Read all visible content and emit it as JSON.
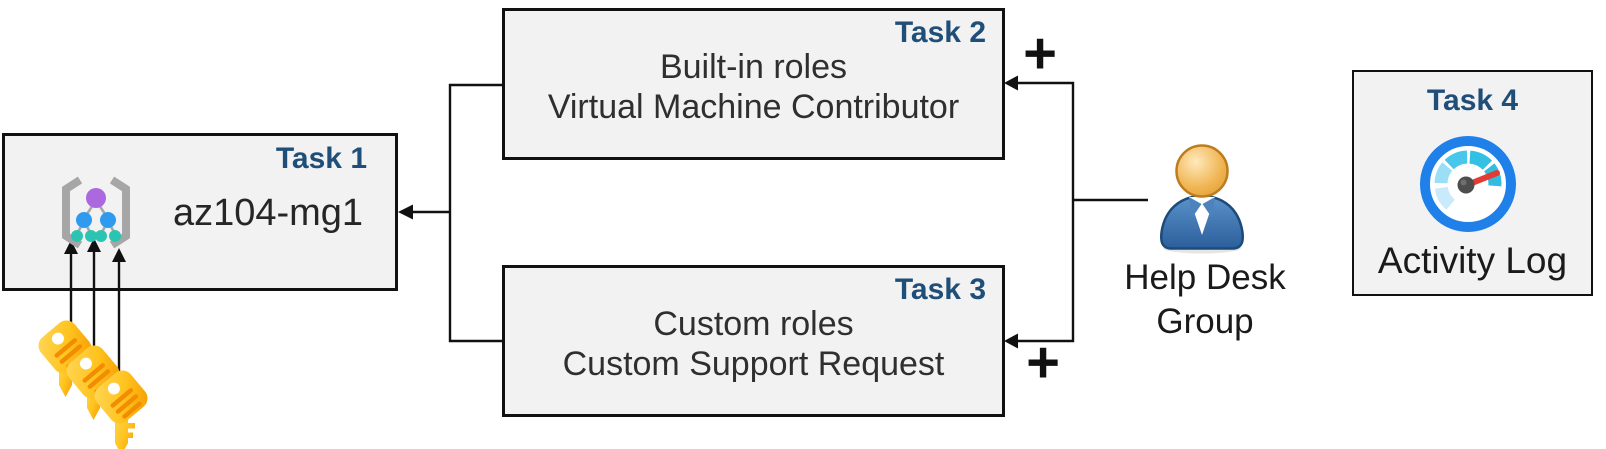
{
  "tasks": {
    "task1": {
      "label": "Task 1",
      "title": "az104-mg1"
    },
    "task2": {
      "label": "Task 2",
      "line1": "Built-in roles",
      "line2": "Virtual Machine Contributor"
    },
    "task3": {
      "label": "Task 3",
      "line1": "Custom roles",
      "line2": "Custom Support Request"
    },
    "task4": {
      "label": "Task 4",
      "caption": "Activity Log"
    }
  },
  "actor": {
    "line1": "Help Desk",
    "line2": "Group"
  },
  "annotations": {
    "plus_top": "+",
    "plus_bottom": "+"
  },
  "icons": {
    "management_group_icon": "org tree between gray brackets",
    "keys_icon": "three overlapping gold keys",
    "helpdesk_user_icon": "person bust, gold head and blue body",
    "activity_log_icon": "blue speedometer gauge with red needle",
    "plus_icon": "+",
    "arrow_icon": "black arrow connector"
  },
  "colors": {
    "task_label_blue": "#1F4E79",
    "box_fill": "#F2F2F2",
    "box_border": "#111111",
    "connector": "#111111",
    "body_text": "#2F2F2F",
    "key_gold": "#FFC31E",
    "key_stripe": "#F28C00",
    "person_body_blue": "#33699F",
    "person_head_gold": "#E8A63C",
    "gauge_ring_blue": "#1E80E8",
    "gauge_needle_red": "#E23B33",
    "mg_purple": "#AC68DF",
    "mg_blue": "#2F9BF0",
    "mg_teal": "#2BC4B2",
    "bracket_gray": "#A6A6A6"
  }
}
